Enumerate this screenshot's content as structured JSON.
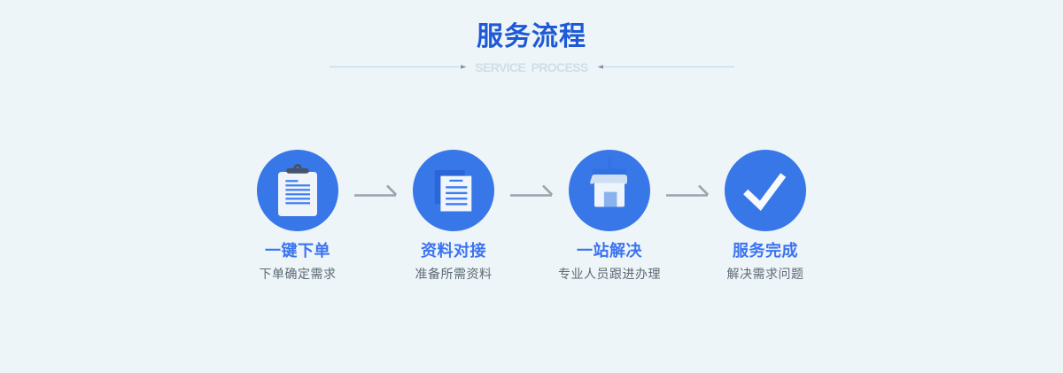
{
  "header": {
    "title": "服务流程",
    "subtitle": "SERVICE PROCESS"
  },
  "colors": {
    "background": "#eef5f8",
    "title_blue": "#1e5ad6",
    "subtitle_gray": "#cfdde8",
    "deco_line": "#bdd5ec",
    "deco_tip": "#7f909e",
    "circle_blue": "#3877e8",
    "label_blue": "#3b73f0",
    "desc_gray": "#5d6974",
    "arrow_gray": "#9aa4ad",
    "icon_white": "#eef4f9",
    "icon_dark_slate": "#46536a",
    "icon_line_blue": "#3e7cf2",
    "icon_back_page": "#2b66d8",
    "icon_awning": "#cfdff2",
    "icon_door": "#8ab3ed"
  },
  "steps": [
    {
      "icon": "clipboard-icon",
      "label": "一键下单",
      "desc": "下单确定需求"
    },
    {
      "icon": "documents-icon",
      "label": "资料对接",
      "desc": "准备所需资料"
    },
    {
      "icon": "storefront-icon",
      "label": "一站解决",
      "desc": "专业人员跟进办理"
    },
    {
      "icon": "checkmark-icon",
      "label": "服务完成",
      "desc": "解决需求问题"
    }
  ]
}
